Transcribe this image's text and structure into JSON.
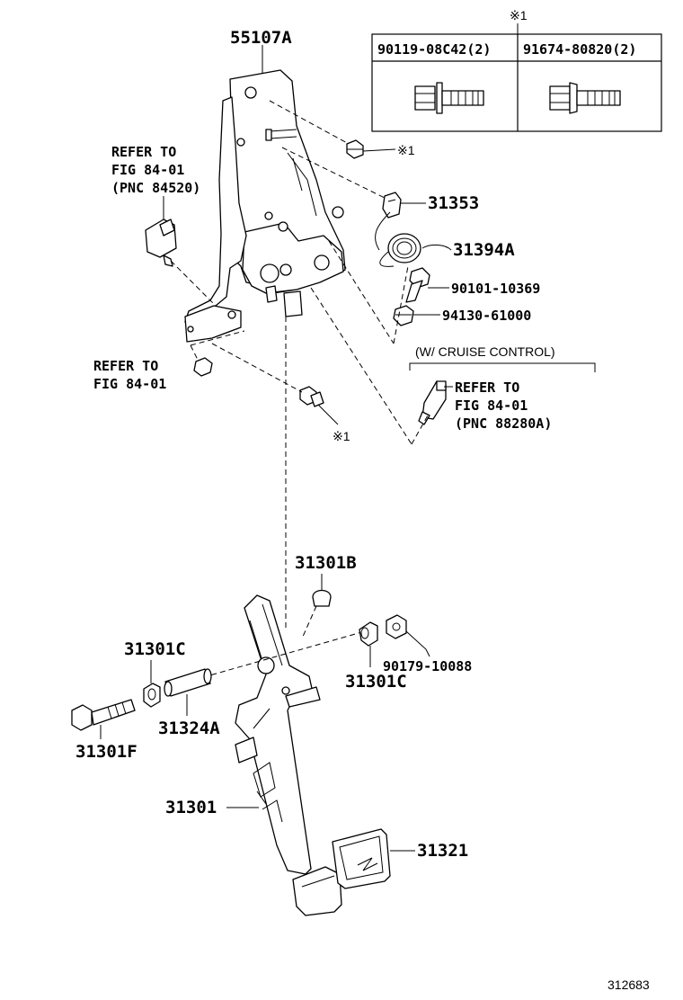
{
  "note_mark": "※1",
  "fastener_table": {
    "col1": "90119-08C42(2)",
    "col2": "91674-80820(2)"
  },
  "labels": {
    "bracket": "55107A",
    "clip": "31353",
    "spring": "31394A",
    "bolt_a": "90101-10369",
    "nut_a": "94130-61000",
    "ref1_line1": "REFER TO",
    "ref1_line2": "FIG 84-01",
    "ref1_line3": "(PNC 84520)",
    "ref2_line1": "REFER TO",
    "ref2_line2": "FIG 84-01",
    "cruise_header": "(W/ CRUISE CONTROL)",
    "ref3_line1": "REFER TO",
    "ref3_line2": "FIG 84-01",
    "ref3_line3": "(PNC 88280A)",
    "cushion": "31301B",
    "bushing_left": "31301C",
    "bushing_right": "31301C",
    "nut_b": "90179-10088",
    "bolt_b": "31301F",
    "collar": "31324A",
    "pedal_arm": "31301",
    "pedal_pad": "31321",
    "diagram_id": "312683"
  }
}
